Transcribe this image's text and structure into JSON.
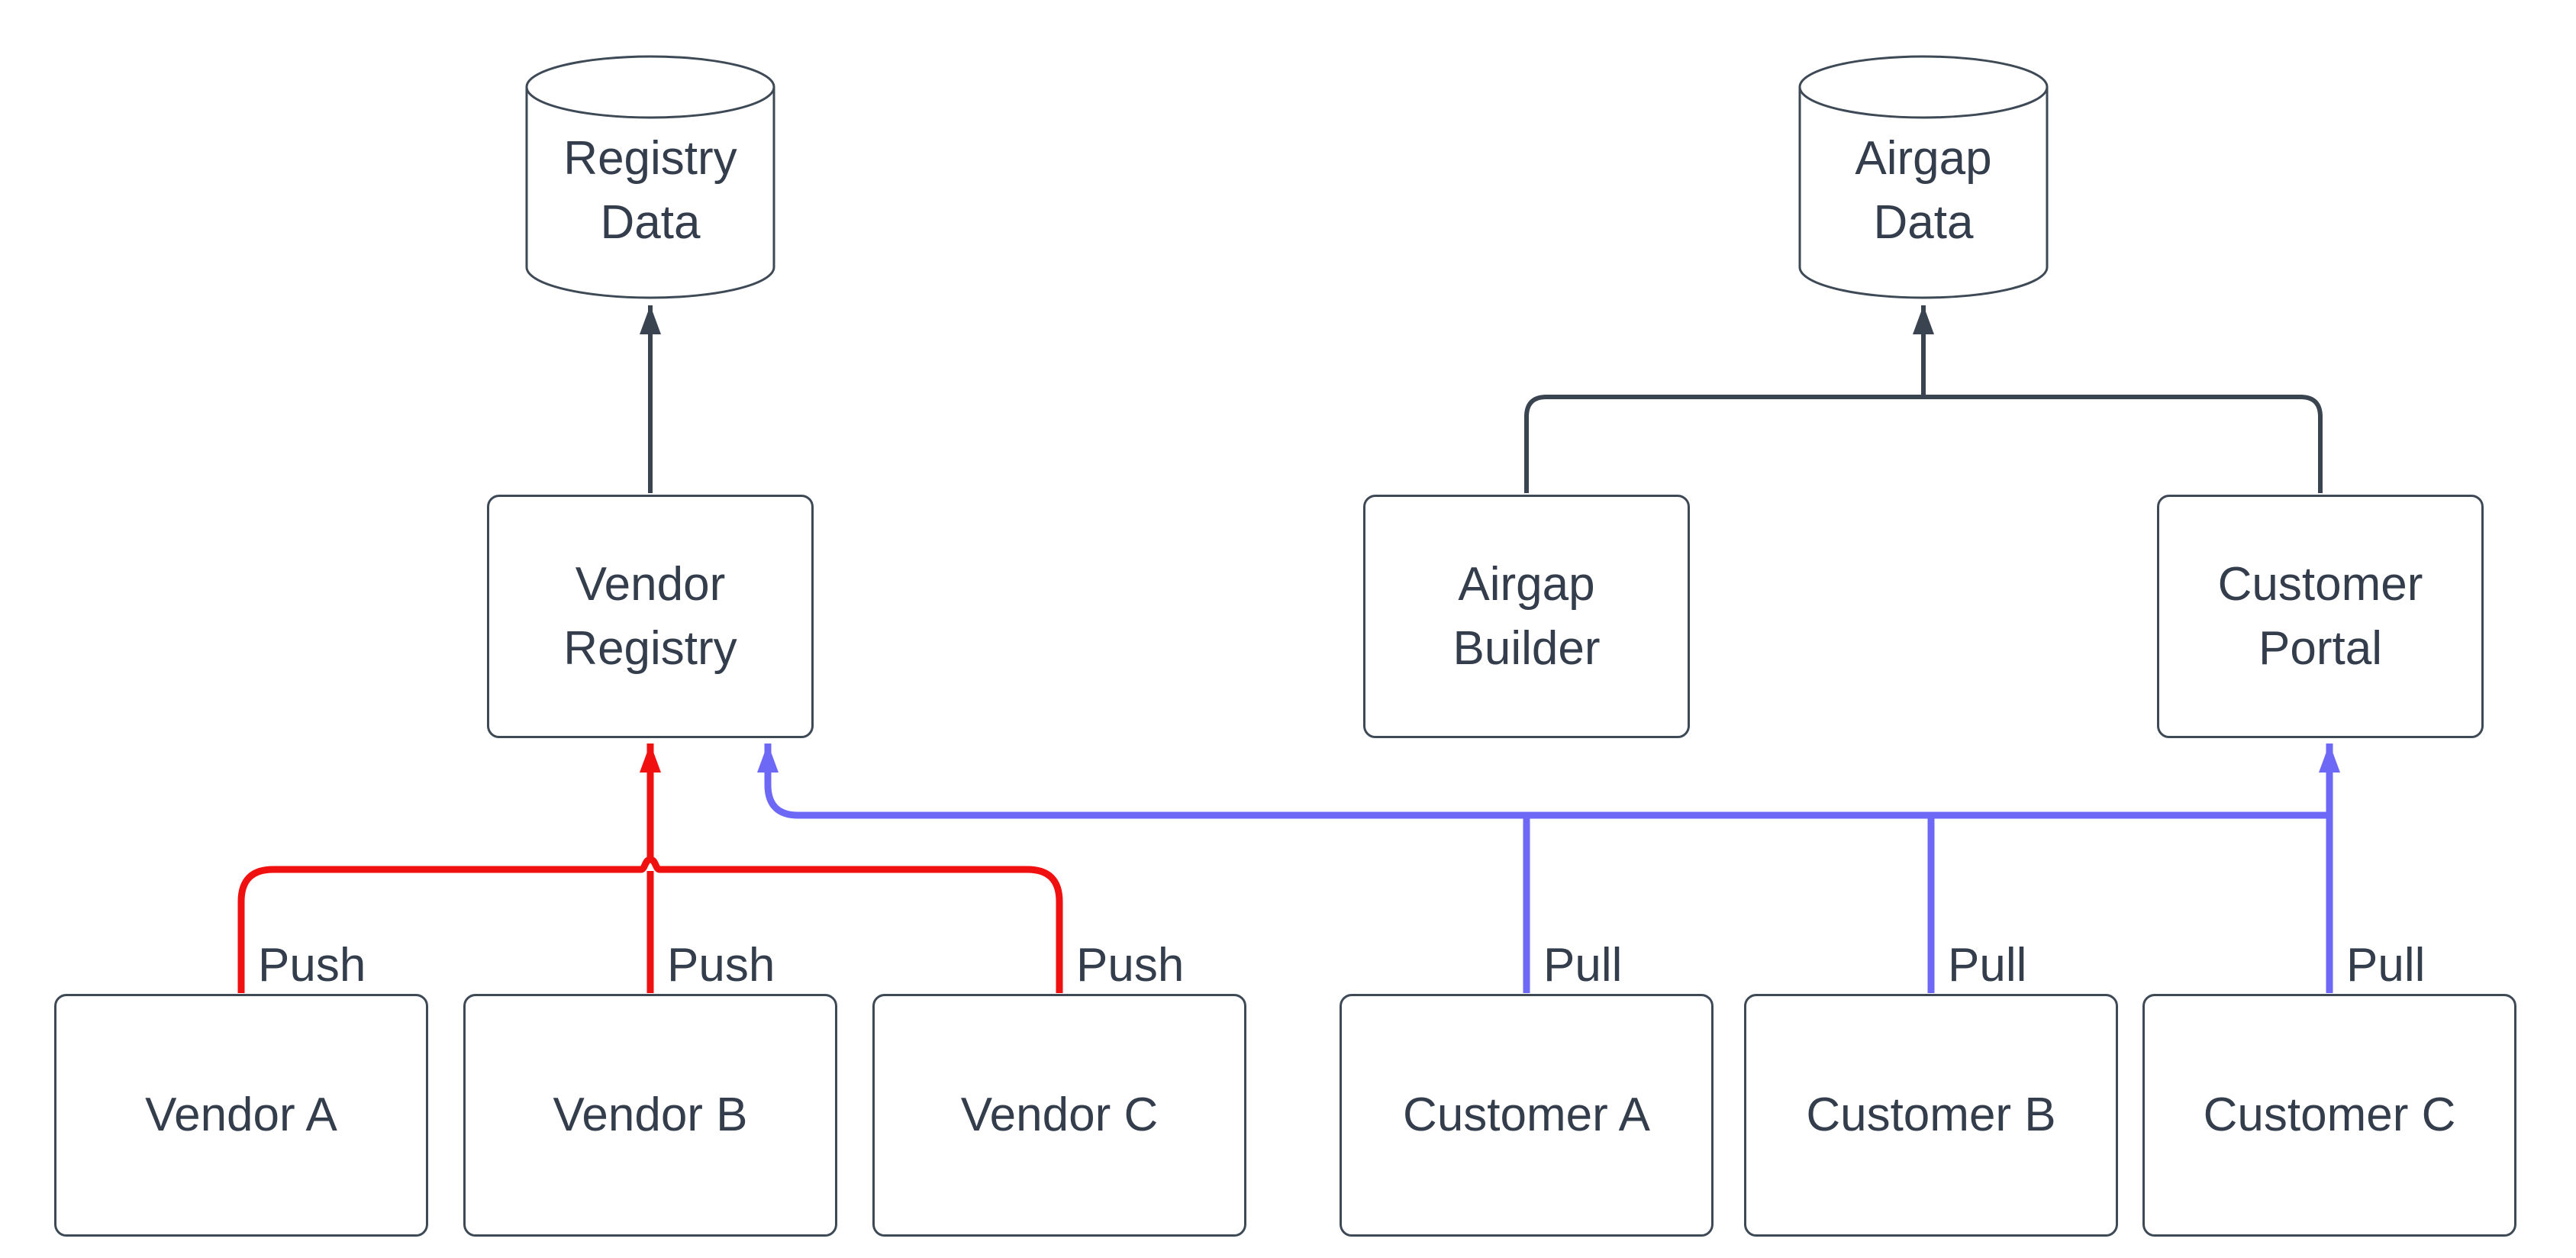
{
  "diagram": {
    "nodes": {
      "registry_data": {
        "line1": "Registry",
        "line2": "Data"
      },
      "airgap_data": {
        "line1": "Airgap",
        "line2": "Data"
      },
      "vendor_registry": {
        "line1": "Vendor",
        "line2": "Registry"
      },
      "airgap_builder": {
        "line1": "Airgap",
        "line2": "Builder"
      },
      "customer_portal": {
        "line1": "Customer",
        "line2": "Portal"
      },
      "vendor_a": {
        "label": "Vendor A"
      },
      "vendor_b": {
        "label": "Vendor B"
      },
      "vendor_c": {
        "label": "Vendor C"
      },
      "customer_a": {
        "label": "Customer A"
      },
      "customer_b": {
        "label": "Customer B"
      },
      "customer_c": {
        "label": "Customer C"
      }
    },
    "edge_labels": {
      "push": "Push",
      "pull": "Pull"
    },
    "colors": {
      "push_edge": "#F01010",
      "pull_edge": "#6E68F7",
      "neutral_edge": "#3A4450",
      "node_border": "#3E4956",
      "text": "#333D4B",
      "background": "#FFFFFF"
    }
  }
}
